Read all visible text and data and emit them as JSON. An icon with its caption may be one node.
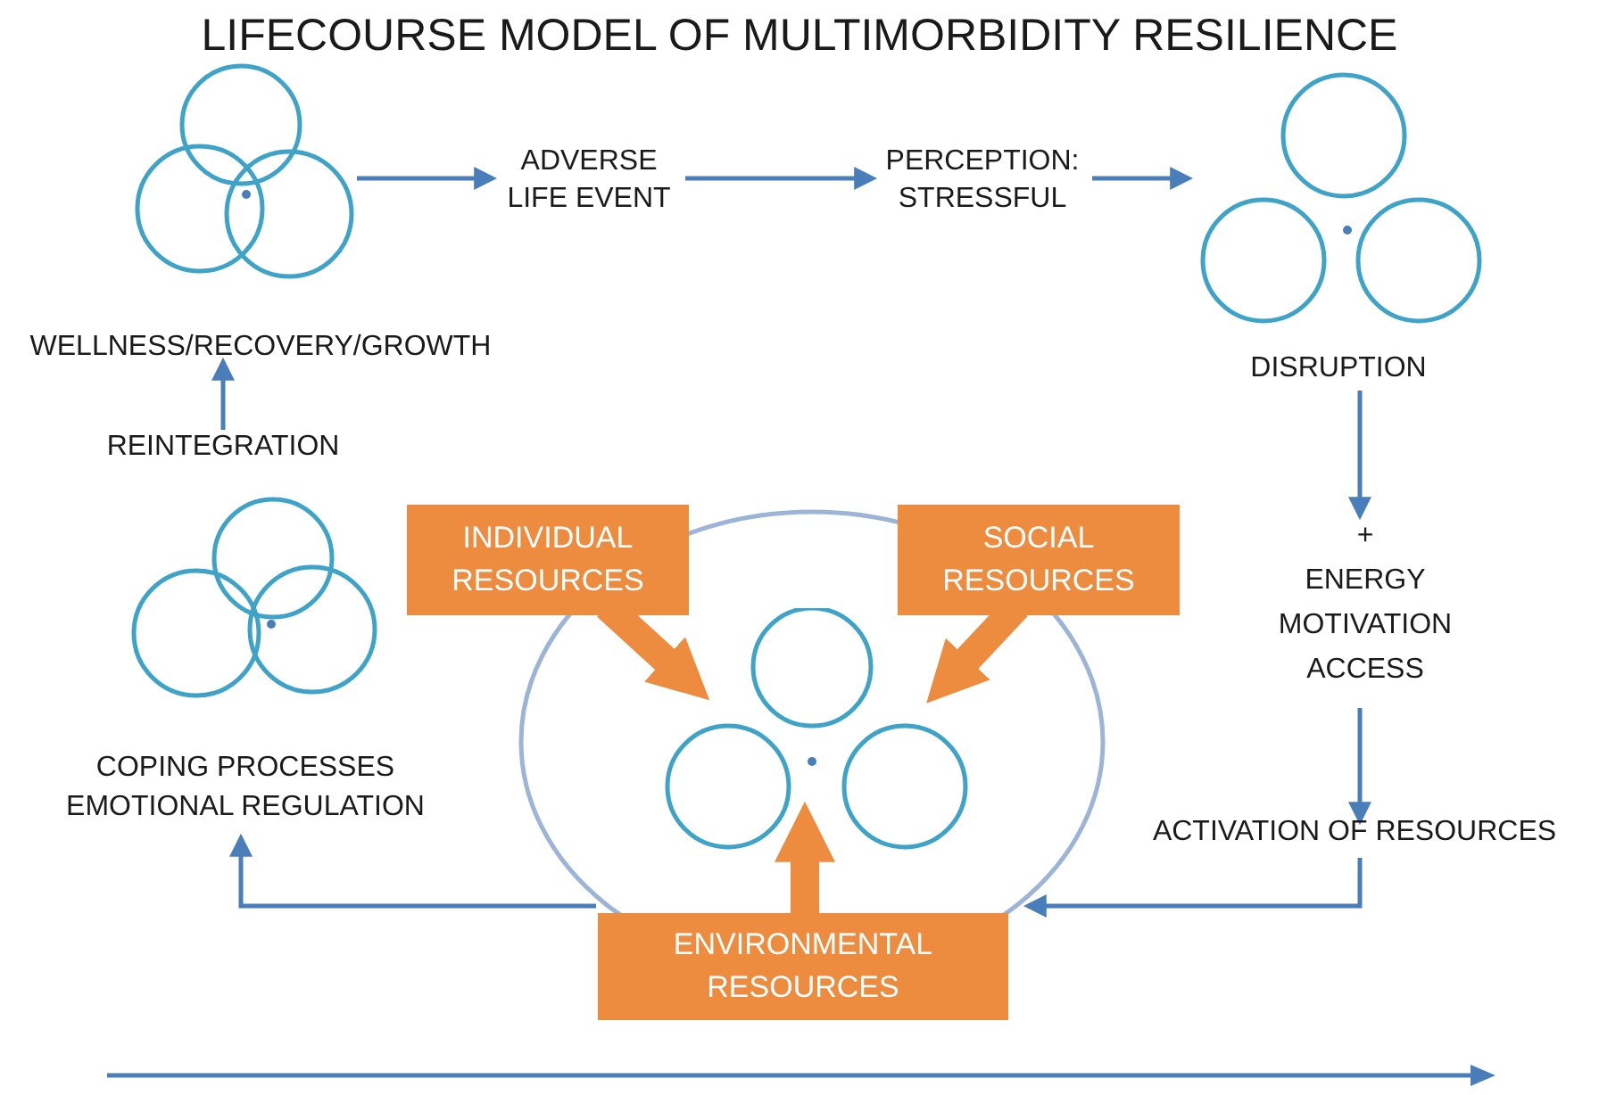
{
  "diagram": {
    "title": "LIFECOURSE MODEL OF MULTIMORBIDITY RESILIENCE",
    "nodes": [
      {
        "text": [],
        "shape": "circle",
        "beside": [
          "WELLNESS/RECOVERY/GROWTH"
        ]
      },
      {
        "text": [
          "ADVERSE LIFE EVENT"
        ]
      },
      {
        "text": [
          "PERCEPTION: STRESSFUL"
        ]
      },
      {
        "text": [],
        "shape": "circle",
        "beside": [
          "DISRUPTION"
        ]
      },
      {
        "text": [
          "+",
          "ENERGY MOTIVATION ACCESS"
        ]
      },
      {
        "text": [
          "ACTIVATION OF RESOURCES"
        ]
      },
      {
        "text": [],
        "shape": "circle"
      },
      {
        "text": [],
        "shape": "circle",
        "in": 6
      },
      {
        "text": [
          "INDIVIDUAL RESOURCES"
        ]
      },
      {
        "text": [
          "SOCIAL RESOURCES"
        ]
      },
      {
        "text": [
          "ENVIRONMENTAL RESOURCES"
        ]
      },
      {
        "text": [],
        "shape": "circle",
        "beside": [
          "COPING PROCESSES EMOTIONAL REGULATION"
        ]
      },
      {
        "text": [
          "REINTEGRATION"
        ]
      }
    ],
    "edges": [
      {
        "from": 0,
        "to": 1,
        "arrow": "to"
      },
      {
        "from": 1,
        "to": 2,
        "arrow": "to"
      },
      {
        "from": 2,
        "to": 3,
        "arrow": "to"
      },
      {
        "from": 3,
        "to": 4,
        "arrow": "to"
      },
      {
        "from": 4,
        "to": 5,
        "arrow": "to"
      },
      {
        "from": 5,
        "to": 6,
        "arrow": "to"
      },
      {
        "from": 6,
        "to": 11,
        "arrow": "to"
      },
      {
        "from": 12,
        "to": 0,
        "arrow": "to"
      },
      {
        "from": 8,
        "to": 7,
        "arrow": "to",
        "style": "thick",
        "color": "#ed8b3f"
      },
      {
        "from": 9,
        "to": 7,
        "arrow": "to",
        "style": "thick",
        "color": "#ed8b3f"
      },
      {
        "from": 10,
        "to": 7,
        "arrow": "to",
        "style": "thick",
        "color": "#ed8b3f"
      }
    ]
  }
}
